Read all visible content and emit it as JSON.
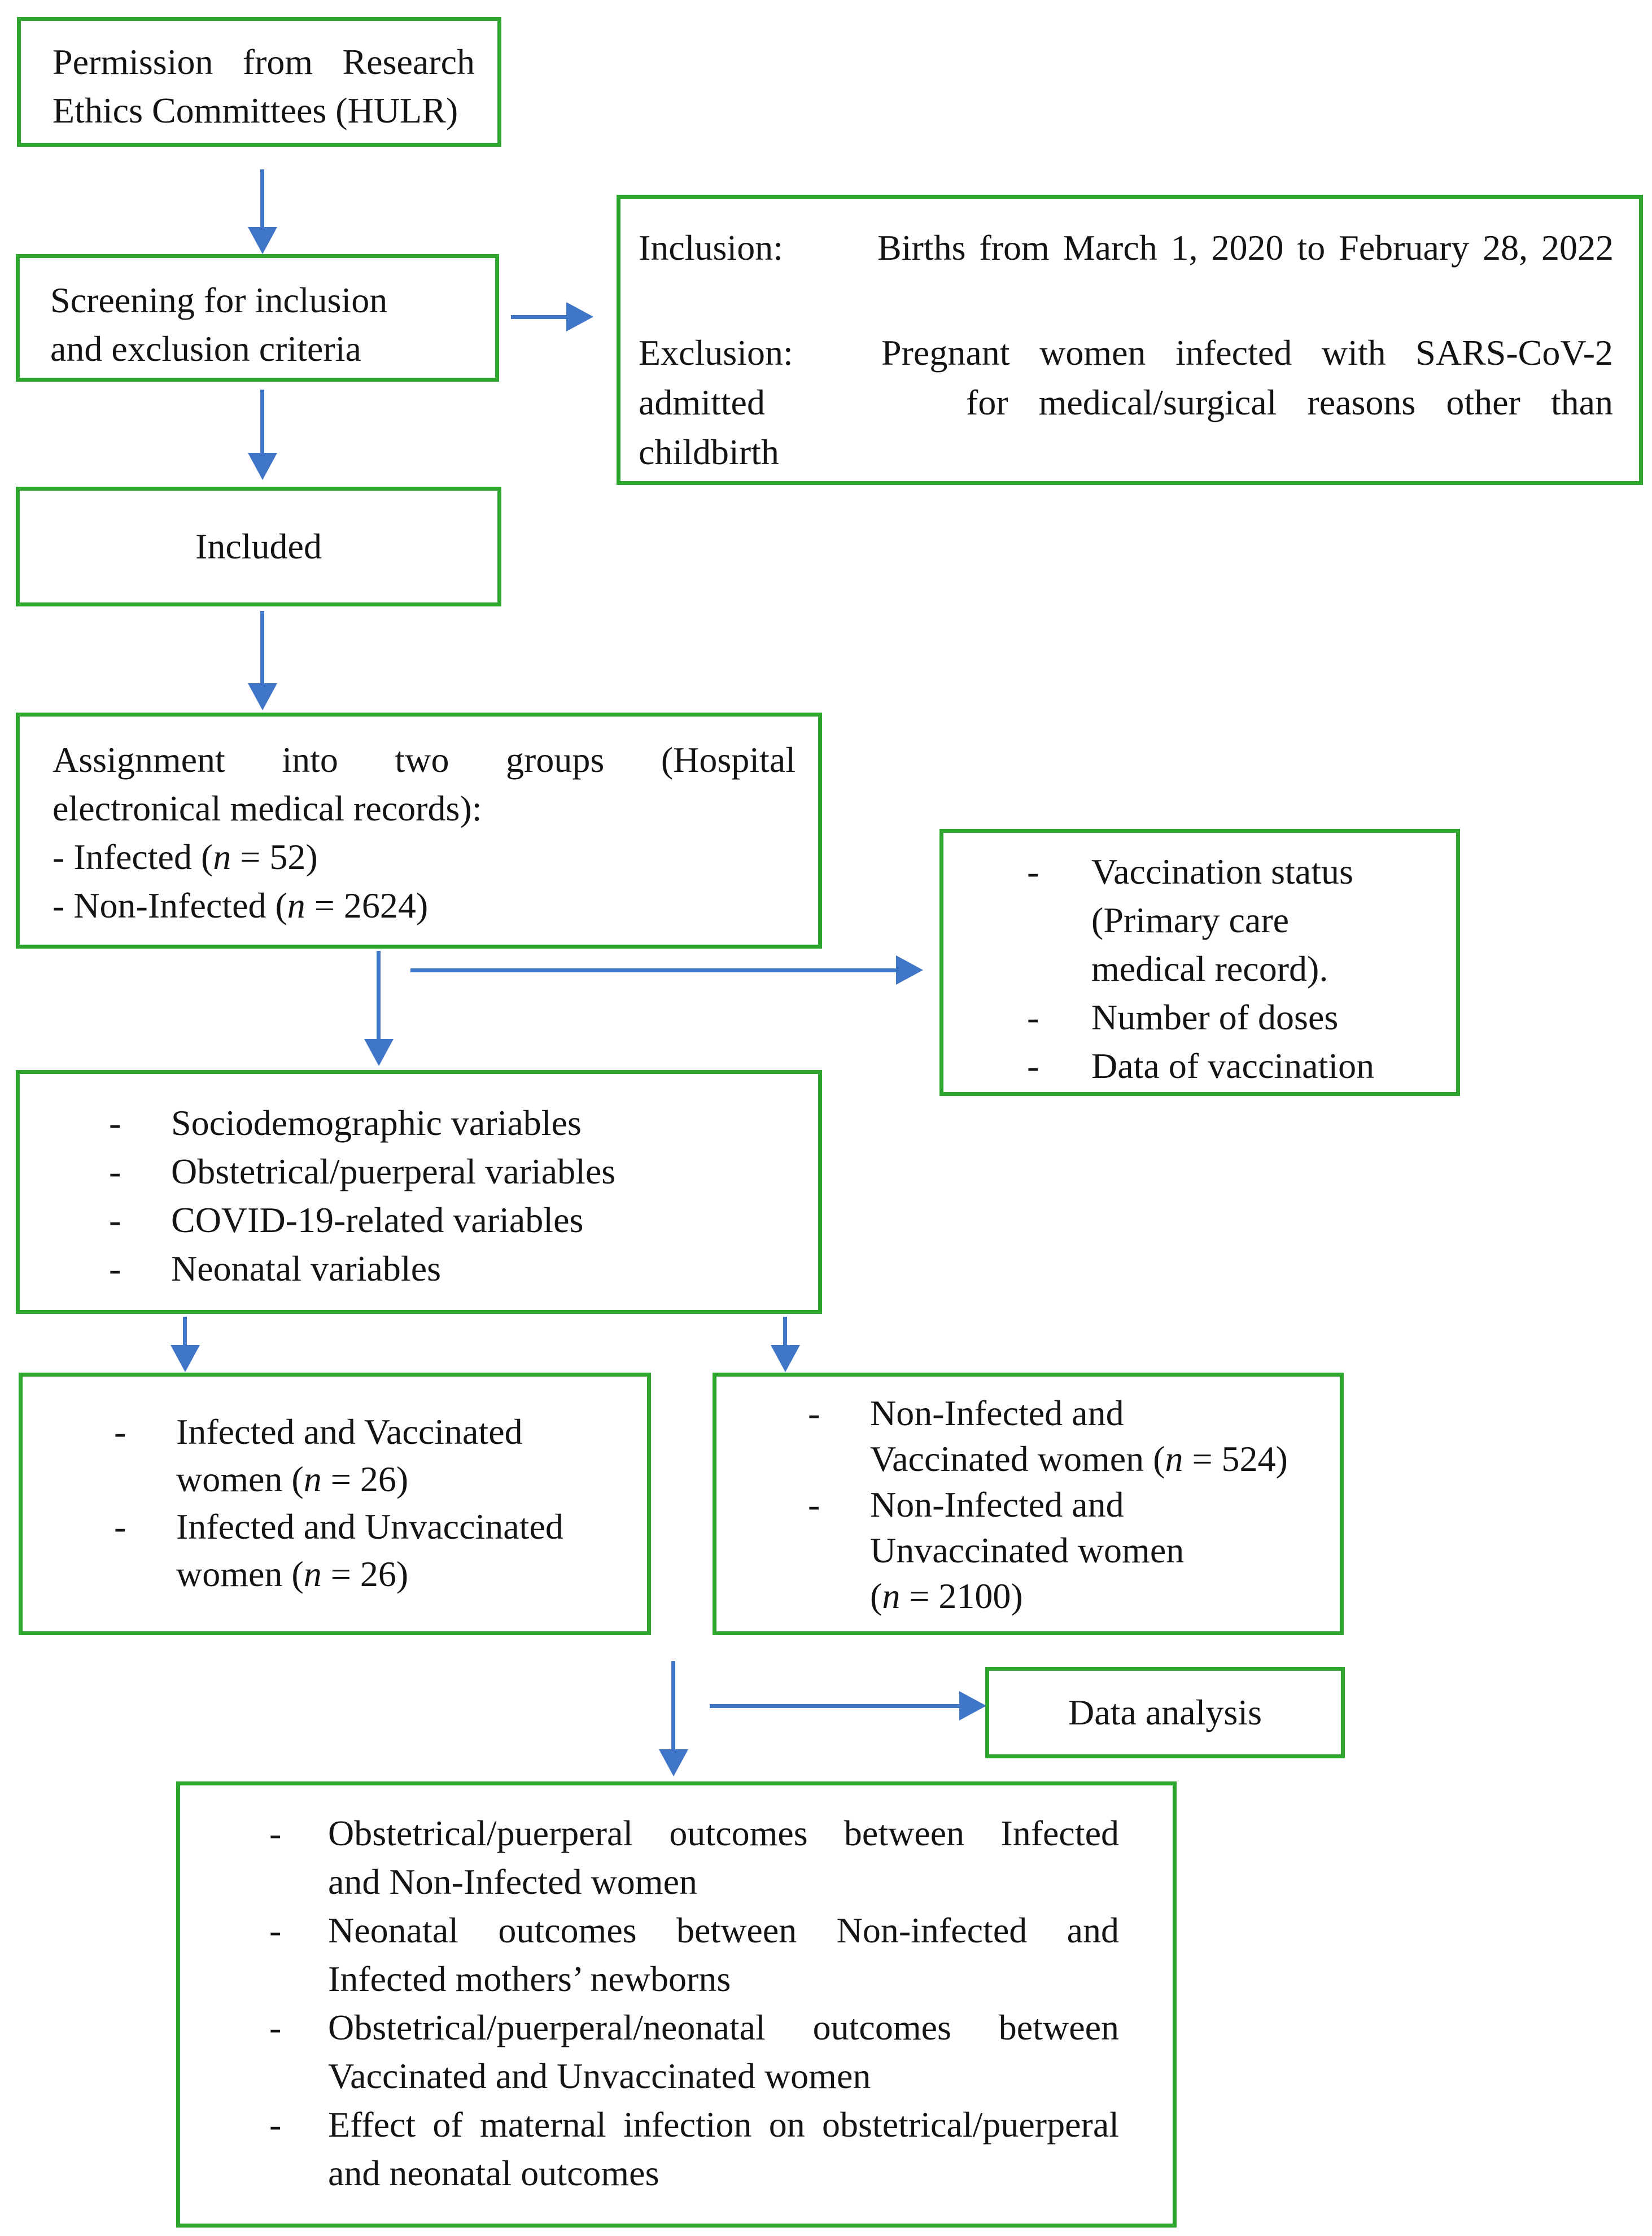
{
  "colors": {
    "green_border": "#2ea52e",
    "blue_arrow": "#4076c8",
    "text_color": "#141414",
    "page_bg": "#ffffff"
  },
  "bullet_char": "-",
  "permission_box": {
    "line1": "Permission from Research",
    "line2": "Ethics Committees (HULR)"
  },
  "screening_box": {
    "line1": "Screening for inclusion",
    "line2": "and exclusion criteria"
  },
  "criteria_box": {
    "inclusion_label": "Inclusion:",
    "inclusion_text": "Births from March 1, 2020 to February 28, 2022",
    "exclusion_label": "Exclusion:",
    "exclusion_text_line1": "Pregnant women infected with SARS-CoV-2",
    "exclusion_left_line2": "admitted",
    "exclusion_text_line2": "for medical/surgical reasons other than",
    "exclusion_left_line3": "childbirth"
  },
  "included_box": {
    "label": "Included"
  },
  "assignment_box": {
    "line1": "Assignment into two groups (Hospital",
    "line2": "electronical medical records):",
    "infected_line": [
      {
        "t": "- Infected ("
      },
      {
        "t": "n",
        "i": true
      },
      {
        "t": " = 52)"
      }
    ],
    "non_infected_line": [
      {
        "t": "- Non-Infected ("
      },
      {
        "t": "n",
        "i": true
      },
      {
        "t": " = 2624)"
      }
    ]
  },
  "vaccination_box": {
    "item1_line1": "Vaccination status",
    "item1_line2": "(Primary care",
    "item1_line3": "medical record).",
    "item2": "Number of doses",
    "item3": "Data of vaccination"
  },
  "variables_box": {
    "items": [
      "Sociodemographic variables",
      "Obstetrical/puerperal variables",
      "COVID-19-related variables",
      "Neonatal variables"
    ]
  },
  "infected_groups_box": {
    "item1_line1": "Infected and Vaccinated",
    "item1_line2": [
      {
        "t": "women ("
      },
      {
        "t": "n",
        "i": true
      },
      {
        "t": " = 26)"
      }
    ],
    "item2_line1": "Infected and Unvaccinated",
    "item2_line2": [
      {
        "t": "women ("
      },
      {
        "t": "n",
        "i": true
      },
      {
        "t": " = 26)"
      }
    ]
  },
  "non_infected_groups_box": {
    "item1_line1": "Non-Infected and",
    "item1_line2": [
      {
        "t": "Vaccinated women ("
      },
      {
        "t": "n",
        "i": true
      },
      {
        "t": " = 524)"
      }
    ],
    "item2_line1": "Non-Infected and",
    "item2_line2": "Unvaccinated women",
    "item2_line3": [
      {
        "t": "("
      },
      {
        "t": "n",
        "i": true
      },
      {
        "t": " = 2100)"
      }
    ]
  },
  "data_analysis_box": {
    "label": "Data analysis"
  },
  "outcomes_box": {
    "items": [
      {
        "line1": "Obstetrical/puerperal outcomes between Infected",
        "line2": "and Non-Infected women"
      },
      {
        "line1": "Neonatal outcomes between Non-infected and",
        "line2": "Infected mothers’ newborns"
      },
      {
        "line1": "Obstetrical/puerperal/neonatal outcomes between",
        "line2": "Vaccinated and Unvaccinated women"
      },
      {
        "line1": "Effect of maternal infection on obstetrical/puerperal",
        "line2": "and neonatal outcomes"
      }
    ]
  }
}
